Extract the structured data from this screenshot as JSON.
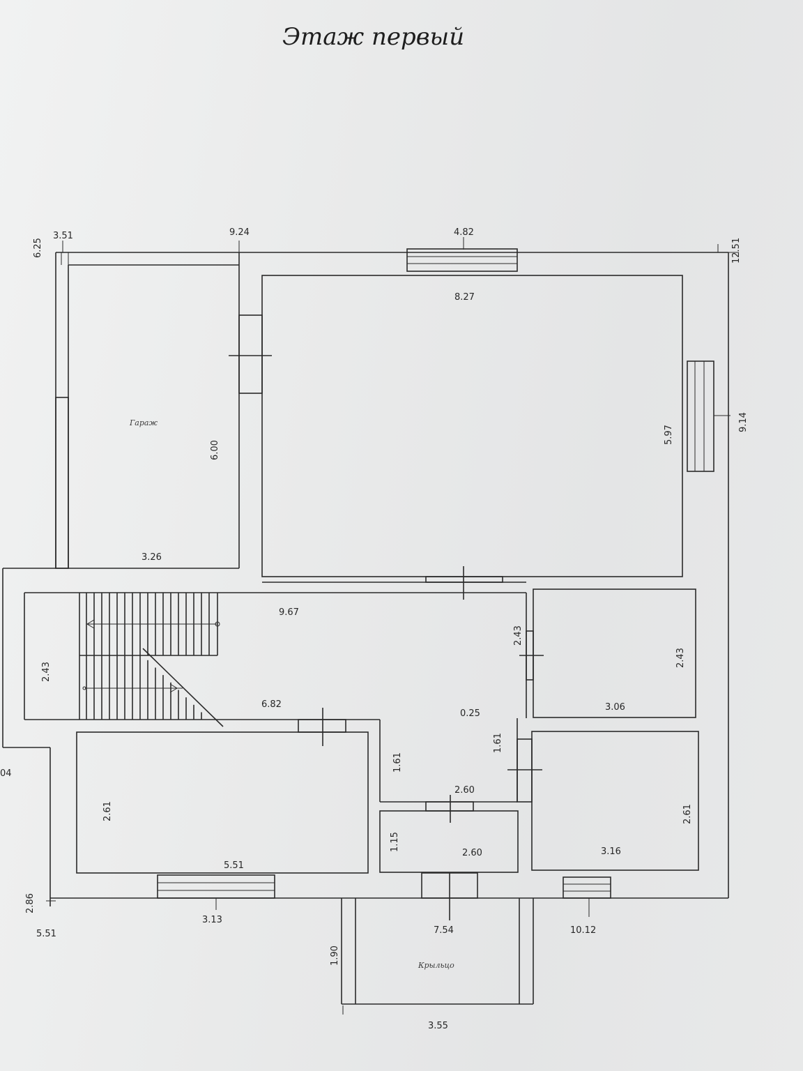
{
  "title": "Этаж первый",
  "rooms": {
    "garage_label": "Гараж",
    "porch_label": "Крыльцо"
  },
  "dimensions": {
    "d_3_51": "3.51",
    "d_9_24": "9.24",
    "d_4_82": "4.82",
    "d_6_25": "6.25",
    "d_12_51": "12.51",
    "d_8_27": "8.27",
    "d_9_14": "9.14",
    "d_5_97": "5.97",
    "d_6_00": "6.00",
    "d_3_26": "3.26",
    "d_9_67": "9.67",
    "d_2_43_stair": "2.43",
    "d_2_43_door": "2.43",
    "d_2_43_room": "2.43",
    "d_6_82": "6.82",
    "d_0_25": "0.25",
    "d_3_06": "3.06",
    "d_1_61_left": "1.61",
    "d_1_61_right": "1.61",
    "d_2_60_hall": "2.60",
    "d_2_61_left": "2.61",
    "d_2_61_right": "2.61",
    "d_1_15": "1.15",
    "d_2_60_bath": "2.60",
    "d_3_16": "3.16",
    "d_5_51_room": "5.51",
    "d_3_13": "3.13",
    "d_2_86": "2.86",
    "d_5_51_corner": "5.51",
    "d_7_54": "7.54",
    "d_10_12": "10.12",
    "d_1_90": "1.90",
    "d_3_55": "3.55",
    "d_04_fragment": "04"
  }
}
